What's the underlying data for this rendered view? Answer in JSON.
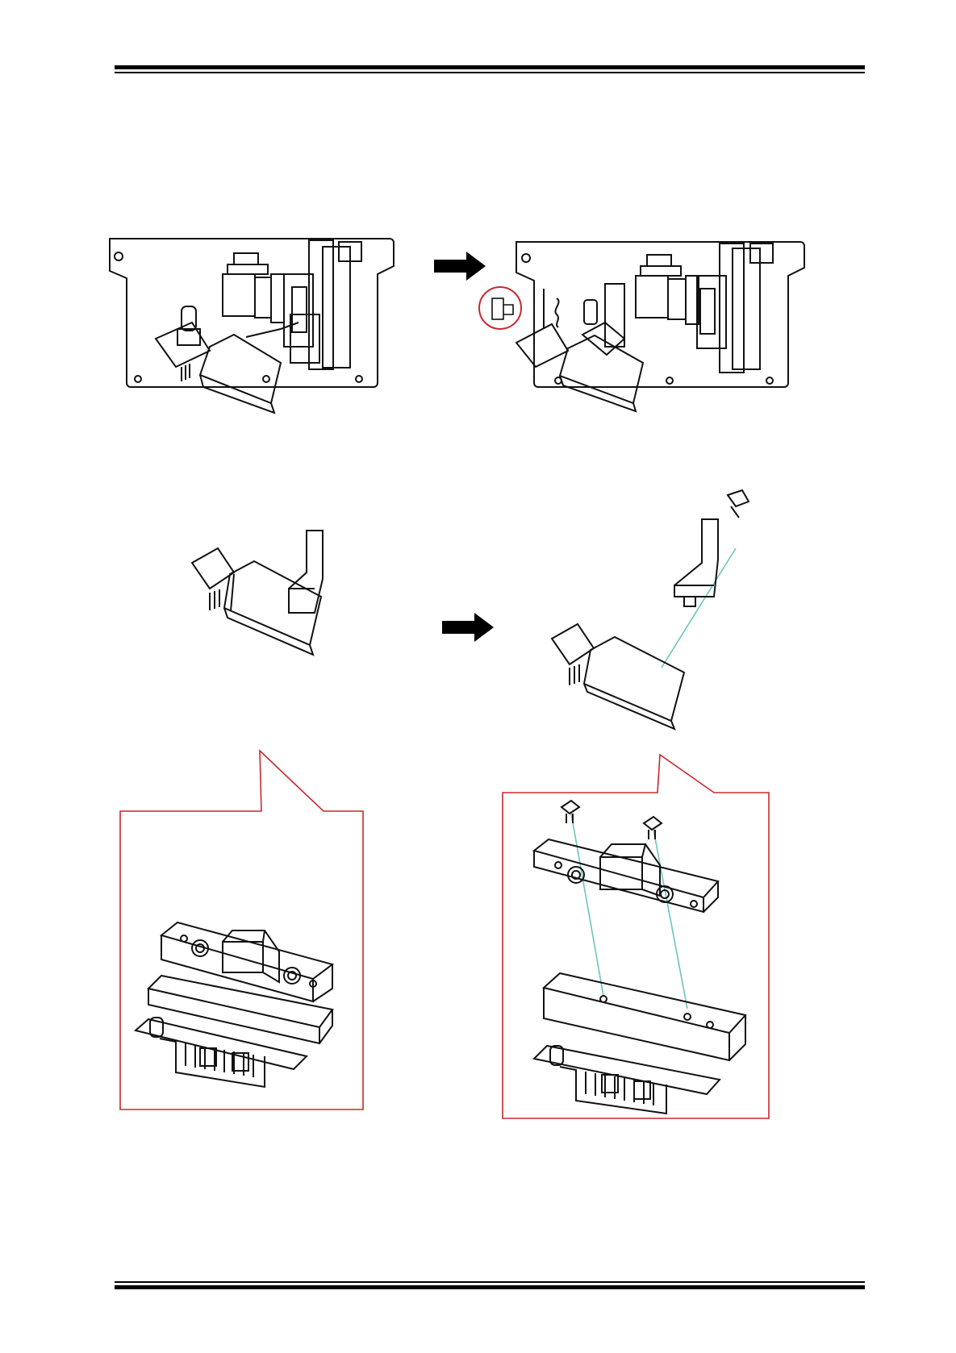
{
  "page": {
    "background": "#ffffff",
    "rule_color": "#000000"
  },
  "colors": {
    "line": "#111111",
    "callout": "#c8282d",
    "leader": "#6cc4bc"
  },
  "steps": [
    {
      "id": "step-1",
      "from_icon": "filament-cutter-assembly-icon",
      "to_icon": "cutter-disassembled-icon",
      "arrow_icon": "arrow-right-icon",
      "callout": "screw-highlight"
    },
    {
      "id": "step-2",
      "from_icon": "cutter-module-icon",
      "to_icon": "cutter-module-exploded-icon",
      "arrow_icon": "arrow-right-icon"
    },
    {
      "id": "step-3",
      "from_icon": "cutter-blade-holder-icon",
      "to_icon": "cutter-blade-holder-exploded-icon"
    }
  ]
}
